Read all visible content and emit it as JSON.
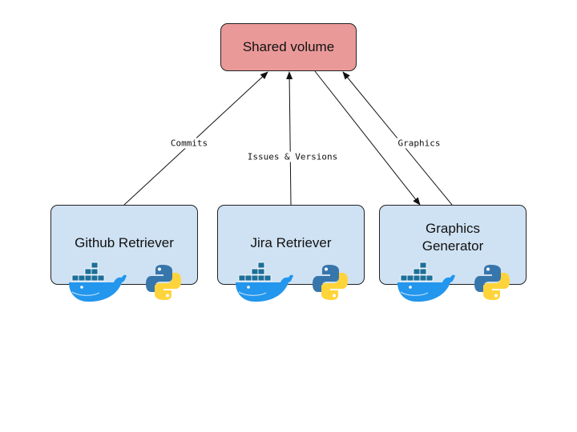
{
  "colors": {
    "shared_fill": "#ea9999",
    "service_fill": "#cfe2f3",
    "outline": "#222222",
    "docker_blue": "#2396ed",
    "docker_dark": "#1d6f99",
    "python_blue": "#3776ab",
    "python_yellow": "#ffd43b"
  },
  "nodes": {
    "shared": {
      "label": "Shared volume"
    },
    "github": {
      "label": "Github Retriever",
      "icons": [
        "docker-icon",
        "python-icon"
      ]
    },
    "jira": {
      "label": "Jira Retriever",
      "icons": [
        "docker-icon",
        "python-icon"
      ]
    },
    "graphics": {
      "label": "Graphics Generator",
      "icons": [
        "docker-icon",
        "python-icon"
      ]
    }
  },
  "edges": [
    {
      "id": "commits",
      "from": "github",
      "to": "shared",
      "label": "Commits"
    },
    {
      "id": "issues",
      "from": "jira",
      "to": "shared",
      "label": "Issues & Versions"
    },
    {
      "id": "shared-to-graphics",
      "from": "shared",
      "to": "graphics",
      "label": ""
    },
    {
      "id": "graphics-out",
      "from": "graphics",
      "to": "shared",
      "label": "Graphics"
    }
  ]
}
